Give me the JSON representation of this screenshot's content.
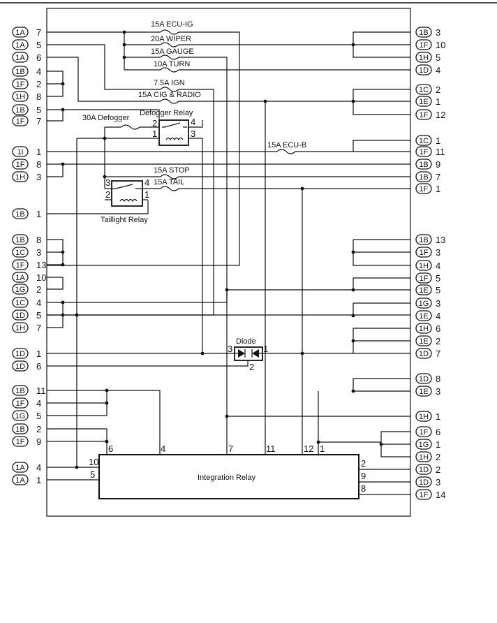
{
  "diagram": {
    "fuses": {
      "ecu_ig": "15A ECU-IG",
      "wiper": "20A WIPER",
      "gauge": "15A GAUGE",
      "turn": "10A TURN",
      "ign": "7.5A IGN",
      "cig_radio": "15A CIG & RADIO",
      "defogger": "30A Defogger",
      "ecu_b": "15A ECU-B",
      "stop": "15A STOP",
      "tail": "15A TAIL"
    },
    "components": {
      "defogger_relay": "Defogger Relay",
      "taillight_relay": "Taillight Relay",
      "diode": "Diode",
      "integration_relay": "Integration Relay"
    },
    "left_connectors": [
      {
        "conn": "1A",
        "pin": "7"
      },
      {
        "conn": "1A",
        "pin": "5"
      },
      {
        "conn": "1A",
        "pin": "6"
      },
      {
        "conn": "1B",
        "pin": "4"
      },
      {
        "conn": "1F",
        "pin": "2"
      },
      {
        "conn": "1H",
        "pin": "8"
      },
      {
        "conn": "1B",
        "pin": "5"
      },
      {
        "conn": "1F",
        "pin": "7"
      },
      {
        "conn": "1I",
        "pin": "1"
      },
      {
        "conn": "1F",
        "pin": "8"
      },
      {
        "conn": "1H",
        "pin": "3"
      },
      {
        "conn": "1B",
        "pin": "1"
      },
      {
        "conn": "1B",
        "pin": "8"
      },
      {
        "conn": "1C",
        "pin": "3"
      },
      {
        "conn": "1F",
        "pin": "13"
      },
      {
        "conn": "1A",
        "pin": "10"
      },
      {
        "conn": "1G",
        "pin": "2"
      },
      {
        "conn": "1C",
        "pin": "4"
      },
      {
        "conn": "1D",
        "pin": "5"
      },
      {
        "conn": "1H",
        "pin": "7"
      },
      {
        "conn": "1D",
        "pin": "1"
      },
      {
        "conn": "1D",
        "pin": "6"
      },
      {
        "conn": "1B",
        "pin": "11"
      },
      {
        "conn": "1F",
        "pin": "4"
      },
      {
        "conn": "1G",
        "pin": "5"
      },
      {
        "conn": "1B",
        "pin": "2"
      },
      {
        "conn": "1F",
        "pin": "9"
      },
      {
        "conn": "1A",
        "pin": "4"
      },
      {
        "conn": "1A",
        "pin": "1"
      }
    ],
    "right_connectors": [
      {
        "conn": "1B",
        "pin": "3"
      },
      {
        "conn": "1F",
        "pin": "10"
      },
      {
        "conn": "1H",
        "pin": "5"
      },
      {
        "conn": "1D",
        "pin": "4"
      },
      {
        "conn": "1C",
        "pin": "2"
      },
      {
        "conn": "1E",
        "pin": "1"
      },
      {
        "conn": "1F",
        "pin": "12"
      },
      {
        "conn": "1C",
        "pin": "1"
      },
      {
        "conn": "1F",
        "pin": "11"
      },
      {
        "conn": "1B",
        "pin": "9"
      },
      {
        "conn": "1B",
        "pin": "7"
      },
      {
        "conn": "1F",
        "pin": "1"
      },
      {
        "conn": "1B",
        "pin": "13"
      },
      {
        "conn": "1F",
        "pin": "3"
      },
      {
        "conn": "1H",
        "pin": "4"
      },
      {
        "conn": "1F",
        "pin": "5"
      },
      {
        "conn": "1E",
        "pin": "5"
      },
      {
        "conn": "1G",
        "pin": "3"
      },
      {
        "conn": "1E",
        "pin": "4"
      },
      {
        "conn": "1H",
        "pin": "6"
      },
      {
        "conn": "1E",
        "pin": "2"
      },
      {
        "conn": "1D",
        "pin": "7"
      },
      {
        "conn": "1D",
        "pin": "8"
      },
      {
        "conn": "1E",
        "pin": "3"
      },
      {
        "conn": "1H",
        "pin": "1"
      },
      {
        "conn": "1F",
        "pin": "6"
      },
      {
        "conn": "1G",
        "pin": "1"
      },
      {
        "conn": "1H",
        "pin": "2"
      },
      {
        "conn": "1D",
        "pin": "2"
      },
      {
        "conn": "1D",
        "pin": "3"
      },
      {
        "conn": "1F",
        "pin": "14"
      }
    ],
    "relay_pins": {
      "def_2": "2",
      "def_4": "4",
      "def_1": "1",
      "def_3": "3",
      "tl_3": "3",
      "tl_4": "4",
      "tl_2": "2",
      "tl_1": "1",
      "diode_3": "3",
      "diode_1": "1",
      "diode_2": "2",
      "ir_6": "6",
      "ir_4": "4",
      "ir_7": "7",
      "ir_11": "11",
      "ir_12": "12",
      "ir_1": "1",
      "ir_10": "10",
      "ir_5": "5",
      "ir_2": "2",
      "ir_9": "9",
      "ir_8": "8"
    }
  }
}
